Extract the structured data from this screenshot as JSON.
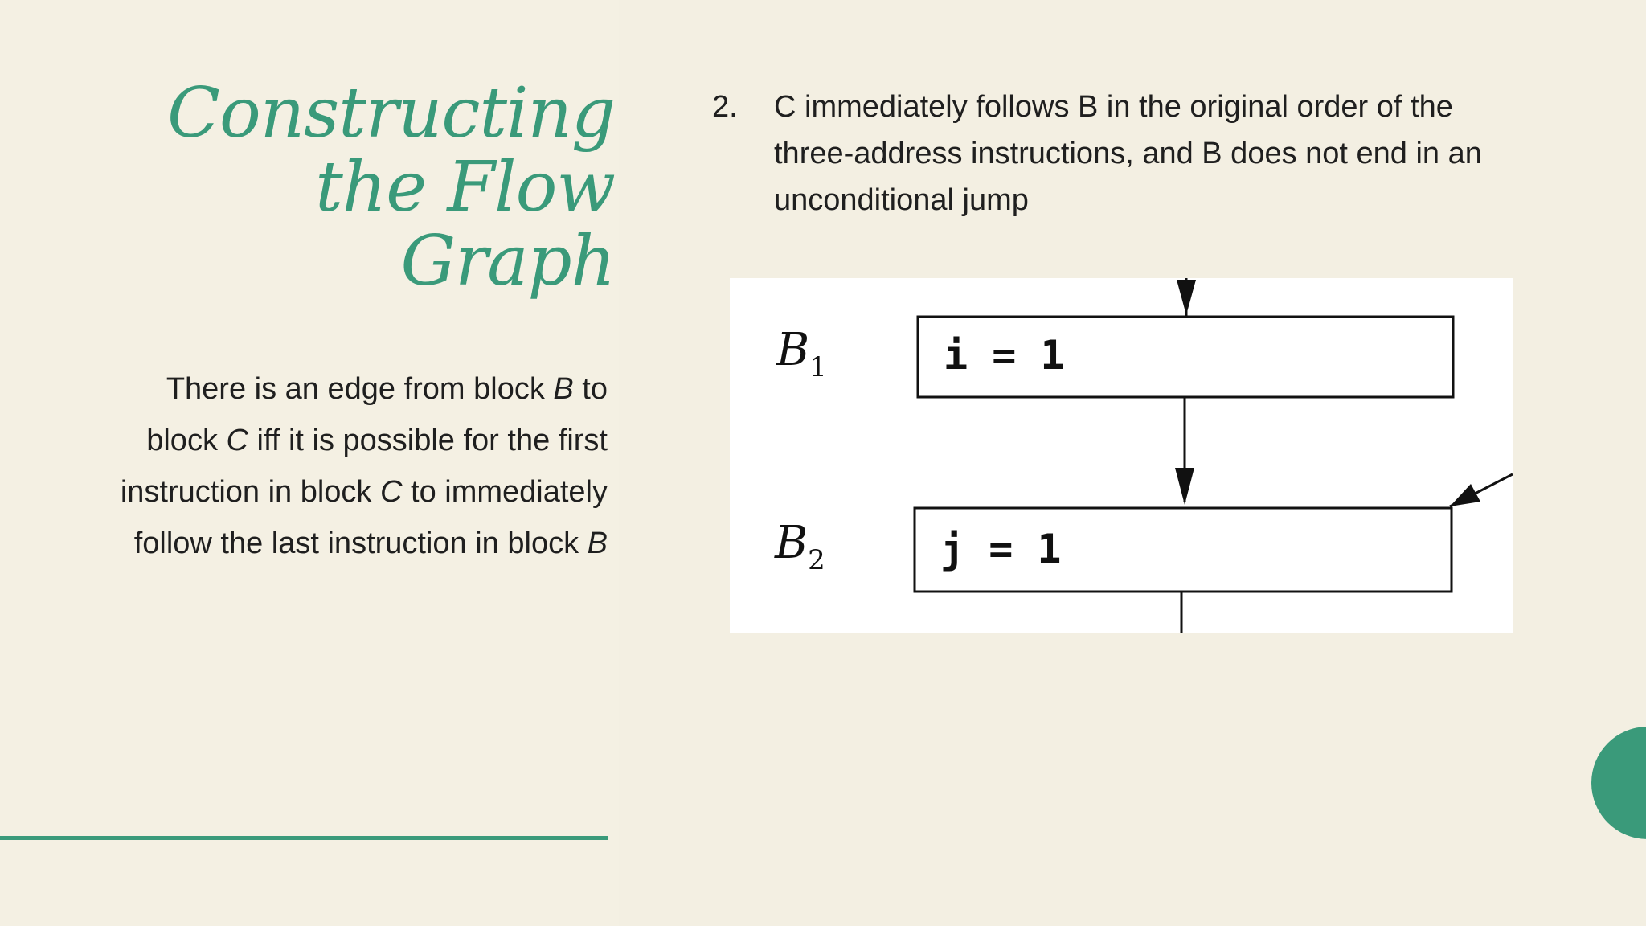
{
  "slide": {
    "title_lines": [
      "Constructing",
      "the Flow",
      "Graph"
    ],
    "body": {
      "parts": [
        {
          "text": "There is an edge from block ",
          "italic": false
        },
        {
          "text": "B",
          "italic": true
        },
        {
          "text": " to block ",
          "italic": false
        },
        {
          "text": "C",
          "italic": true
        },
        {
          "text": " iff it is possible for the first instruction in block ",
          "italic": false
        },
        {
          "text": "C",
          "italic": true
        },
        {
          "text": " to immediately follow the last instruction in block ",
          "italic": false
        },
        {
          "text": "B",
          "italic": true
        }
      ]
    },
    "list_item": {
      "number": "2.",
      "text": "C immediately follows B in the original order of the three-address instructions, and B does not end in an unconditional jump"
    },
    "figure": {
      "blocks": [
        {
          "label": "B",
          "subscript": "1",
          "code": "i = 1"
        },
        {
          "label": "B",
          "subscript": "2",
          "code": "j = 1"
        }
      ]
    },
    "colors": {
      "accent": "#3a9a7a",
      "background": "#f3efe2",
      "text": "#1f1f1f"
    }
  }
}
